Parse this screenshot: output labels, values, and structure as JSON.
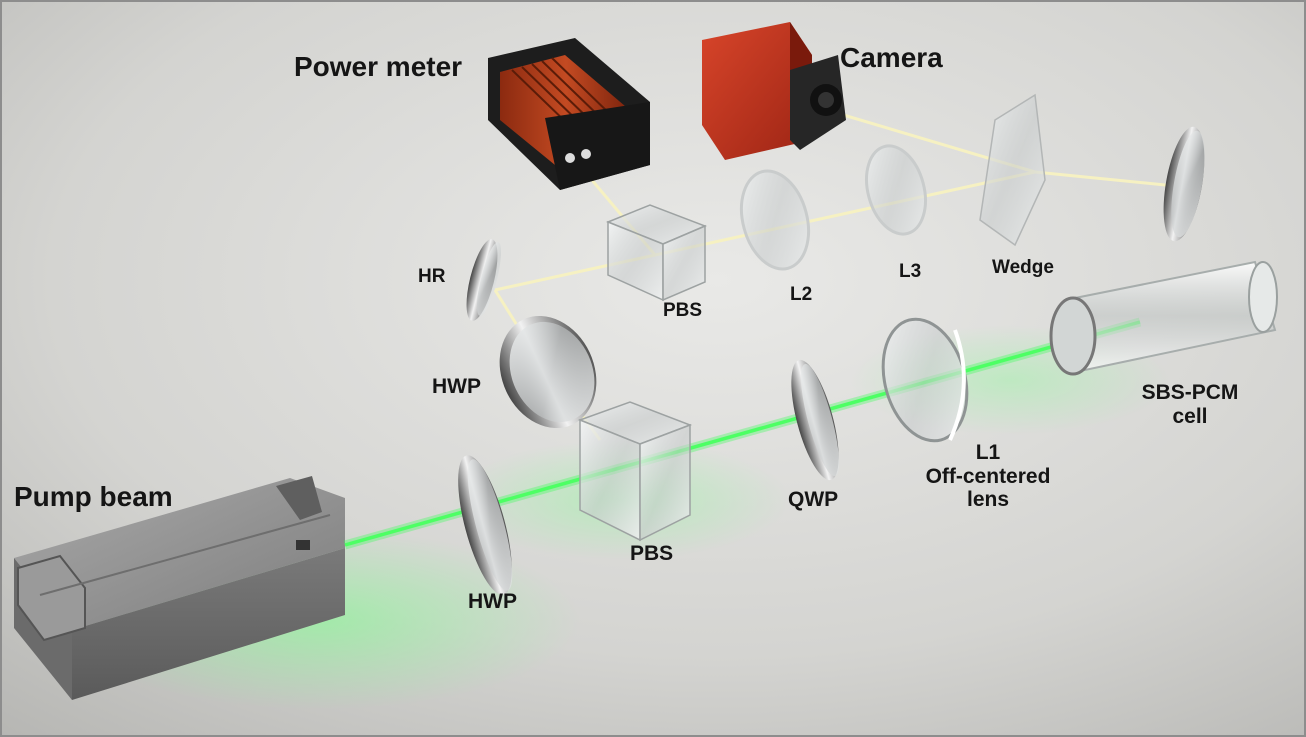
{
  "labels": {
    "power_meter": "Power meter",
    "camera": "Camera",
    "pump_beam": "Pump beam",
    "hr": "HR",
    "pbs_upper": "PBS",
    "pbs_lower": "PBS",
    "l2": "L2",
    "l3": "L3",
    "wedge": "Wedge",
    "hwp_upper": "HWP",
    "hwp_lower": "HWP",
    "qwp": "QWP",
    "l1_line1": "L1",
    "l1_line2": "Off-centered",
    "l1_line3": "lens",
    "sbs_line1": "SBS-PCM",
    "sbs_line2": "cell"
  },
  "colors": {
    "background": "#d6d6d3",
    "pump_green": "#3cff5a",
    "return_beam": "#f7f3c6",
    "camera_red": "#c8301c",
    "power_meter_red": "#b63a18",
    "device_black": "#1c1c1c",
    "laser_gray": "#8c8c8c"
  }
}
